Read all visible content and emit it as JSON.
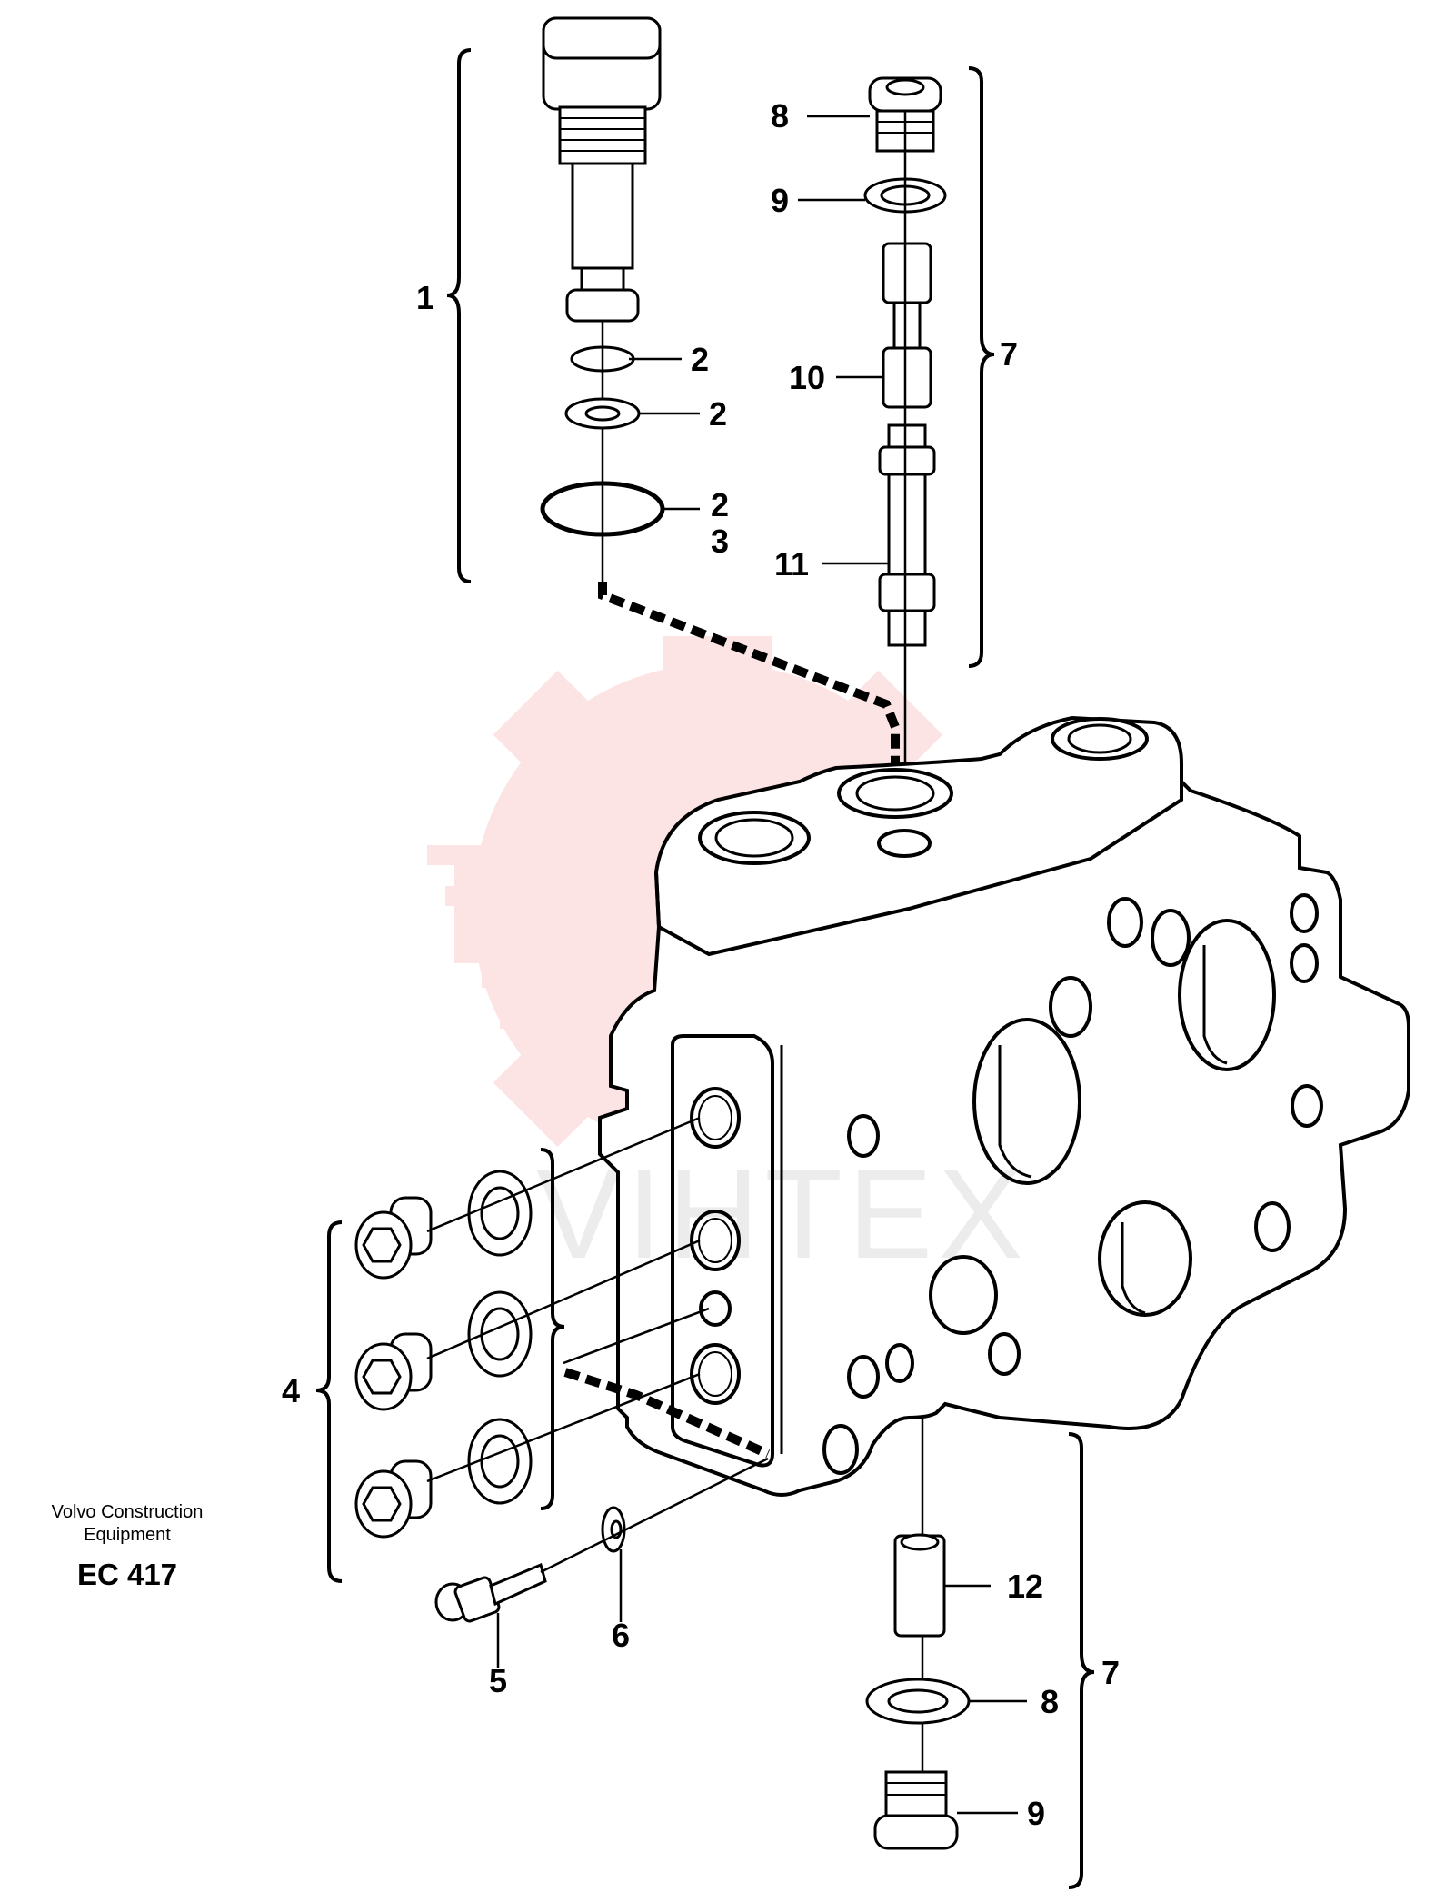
{
  "labels": {
    "l1": "1",
    "l2a": "2",
    "l2b": "2",
    "l2c": "2",
    "l3": "3",
    "l4": "4",
    "l5": "5",
    "l6": "6",
    "l7a": "7",
    "l7b": "7",
    "l8a": "8",
    "l8b": "8",
    "l9a": "9",
    "l9b": "9",
    "l10": "10",
    "l11": "11",
    "l12": "12"
  },
  "caption": {
    "line1": "Volvo Construction",
    "line2": "Equipment",
    "code": "EC 417"
  },
  "watermark": {
    "text": "VIHTEX",
    "color": "#e8202a"
  }
}
